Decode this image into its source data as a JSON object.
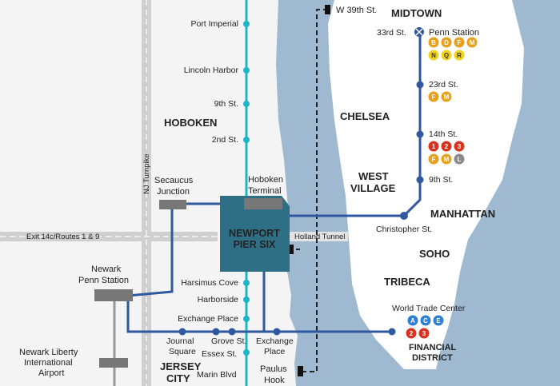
{
  "colors": {
    "land": "#f4f4f4",
    "water": "#9fb9d0",
    "manhattan": "#ffffff",
    "path_line": "#2f58a0",
    "ferry_line": "#1fb4c8",
    "newport_box": "#2e6f86",
    "bullet_orange": "#e8a11c",
    "bullet_yellow": "#f2d31b",
    "bullet_red": "#d9331f",
    "bullet_blue": "#2f7fd3",
    "bullet_gray": "#8a8a8a"
  },
  "roads": {
    "turnpike": "NJ Turnpike",
    "exit": "Exit 14c/Routes 1 & 9",
    "tunnel": "Holland Tunnel"
  },
  "labels": {
    "midtown": "MIDTOWN",
    "chelsea": "CHELSEA",
    "west_village_1": "WEST",
    "west_village_2": "VILLAGE",
    "manhattan": "MANHATTAN",
    "soho": "SOHO",
    "tribeca": "TRIBECA",
    "financial_1": "FINANCIAL",
    "financial_2": "DISTRICT",
    "hoboken": "HOBOKEN",
    "jersey_1": "JERSEY",
    "jersey_2": "CITY",
    "newport_1": "NEWPORT",
    "newport_2": "PIER SIX"
  },
  "ferry_stops": {
    "w39": "W 39th St.",
    "port_imperial": "Port Imperial",
    "lincoln_harbor": "Lincoln Harbor",
    "ninth": "9th St.",
    "second": "2nd St.",
    "hoboken_terminal_1": "Hoboken",
    "hoboken_terminal_2": "Terminal",
    "paulus_1": "Paulus",
    "paulus_2": "Hook"
  },
  "path_stations": {
    "secaucus_1": "Secaucus",
    "secaucus_2": "Junction",
    "newark_penn_1": "Newark",
    "newark_penn_2": "Penn Station",
    "airport_1": "Newark Liberty",
    "airport_2": "International",
    "airport_3": "Airport",
    "harsimus": "Harsimus Cove",
    "harborside": "Harborside",
    "exchange_place": "Exchange Place",
    "journal_1": "Journal",
    "journal_2": "Square",
    "grove": "Grove St.",
    "essex": "Essex St.",
    "exchange_1": "Exchange",
    "exchange_2": "Place",
    "marin": "Marin Blvd",
    "christopher": "Christopher St.",
    "ninth_manh": "9th St.",
    "fourteenth": "14th St.",
    "twentythird": "23rd St.",
    "thirtythird": "33rd St.",
    "penn": "Penn Station",
    "wtc": "World Trade Center"
  },
  "bullets": {
    "penn_row1": [
      "B",
      "D",
      "F",
      "M"
    ],
    "penn_row2": [
      "N",
      "Q",
      "R"
    ],
    "st23": [
      "F",
      "M"
    ],
    "st14_row1": [
      "1",
      "2",
      "3"
    ],
    "st14_row2": [
      "F",
      "M",
      "L"
    ],
    "wtc_row1": [
      "A",
      "C",
      "E"
    ],
    "wtc_row2": [
      "2",
      "3"
    ]
  }
}
